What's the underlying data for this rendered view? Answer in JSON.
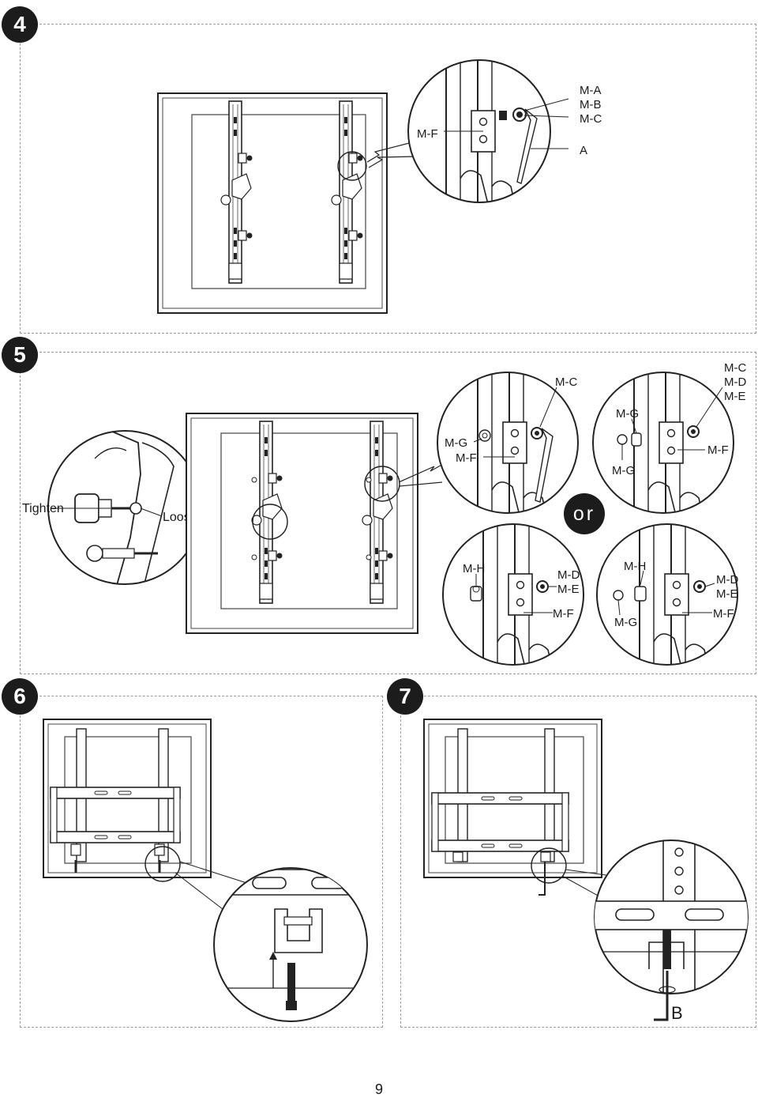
{
  "steps": {
    "s4": {
      "number": "4"
    },
    "s5": {
      "number": "5"
    },
    "s6": {
      "number": "6"
    },
    "s7": {
      "number": "7"
    }
  },
  "step4_labels": {
    "ma": "M-A",
    "mb": "M-B",
    "mc": "M-C",
    "a": "A",
    "mf": "M-F"
  },
  "step5_labels": {
    "tighten": "Tighten",
    "loose": "Loose",
    "or": "or",
    "c1_mc": "M-C",
    "c1_mg": "M-G",
    "c1_mf": "M-F",
    "c2_mc": "M-C",
    "c2_md": "M-D",
    "c2_me": "M-E",
    "c2_mg_top": "M-G",
    "c2_mg_bottom": "M-G",
    "c2_mf": "M-F",
    "c3_mh": "M-H",
    "c3_md": "M-D",
    "c3_me": "M-E",
    "c3_mf": "M-F",
    "c4_mh": "M-H",
    "c4_md": "M-D",
    "c4_me": "M-E",
    "c4_mg": "M-G",
    "c4_mf": "M-F"
  },
  "step7_labels": {
    "b": "B"
  },
  "page_number": "9"
}
